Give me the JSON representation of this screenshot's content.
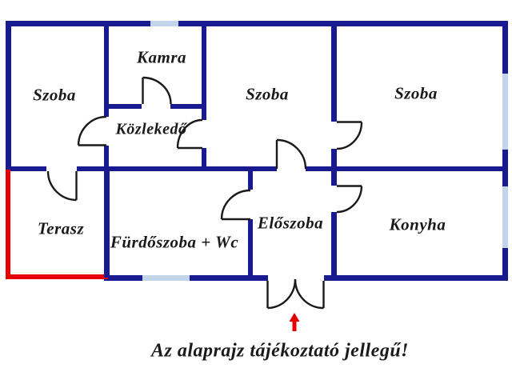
{
  "colors": {
    "background": "#ffffff",
    "wall": "#1a1a90",
    "terrace_wall": "#e80000",
    "window": "#c3d3ea",
    "door": "#1a1a1a",
    "arrow": "#e80000",
    "label_text": "#1a1a1a"
  },
  "plan": {
    "rooms": {
      "szoba_left": {
        "label": "Szoba"
      },
      "kamra": {
        "label": "Kamra"
      },
      "szoba_middle": {
        "label": "Szoba"
      },
      "szoba_right": {
        "label": "Szoba"
      },
      "kozlekedo": {
        "label": "Közlekedő"
      },
      "terasz": {
        "label": "Terasz"
      },
      "furdoszoba_wc": {
        "label": "Fürdőszoba + Wc"
      },
      "eloszoba": {
        "label": "Előszoba"
      },
      "konyha": {
        "label": "Konyha"
      }
    },
    "caption": "Az alaprajz tájékoztató jellegű!",
    "icons": {
      "entrance_arrow": "up-arrow-icon"
    }
  }
}
